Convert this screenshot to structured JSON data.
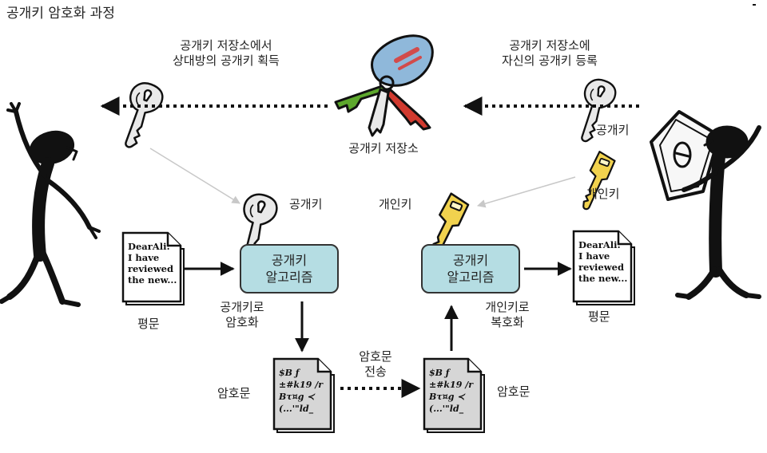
{
  "title": "공개키 암호화 과정",
  "labels": {
    "public_store_get_l1": "공개키 저장소에서",
    "public_store_get_l2": "상대방의 공개키 획득",
    "public_store_reg_l1": "공개키 저장소에",
    "public_store_reg_l2": "자신의 공개키 등록",
    "public_store": "공개키 저장소",
    "public_key_right": "공개키",
    "private_key_right": "개인키",
    "public_key_center": "공개키",
    "private_key_center": "개인키",
    "plaintext_left": "평문",
    "plaintext_right": "평문",
    "encrypt_l1": "공개키로",
    "encrypt_l2": "암호화",
    "decrypt_l1": "개인키로",
    "decrypt_l2": "복호화",
    "ciphertext_left": "암호문",
    "ciphertext_right": "암호문",
    "transfer_l1": "암호문",
    "transfer_l2": "전송"
  },
  "algorithm_boxes": {
    "left_l1": "공개키",
    "left_l2": "알고리즘",
    "right_l1": "공개키",
    "right_l2": "알고리즘"
  },
  "documents": {
    "plain_lines": [
      "DearAli:",
      "I have",
      "reviewed",
      "the new..."
    ],
    "cipher_lines": [
      "$B ƒ",
      "±#k19 /r",
      "Bτ¤g ≺",
      "(...'\"ld_"
    ]
  },
  "colors": {
    "box_fill": "#b5dde3",
    "public_key": "#e9e9e9",
    "private_key": "#f1d24e",
    "store_blue_key": "#8fb8da",
    "store_green_key": "#5da82d",
    "store_red_key": "#d13a2f"
  }
}
